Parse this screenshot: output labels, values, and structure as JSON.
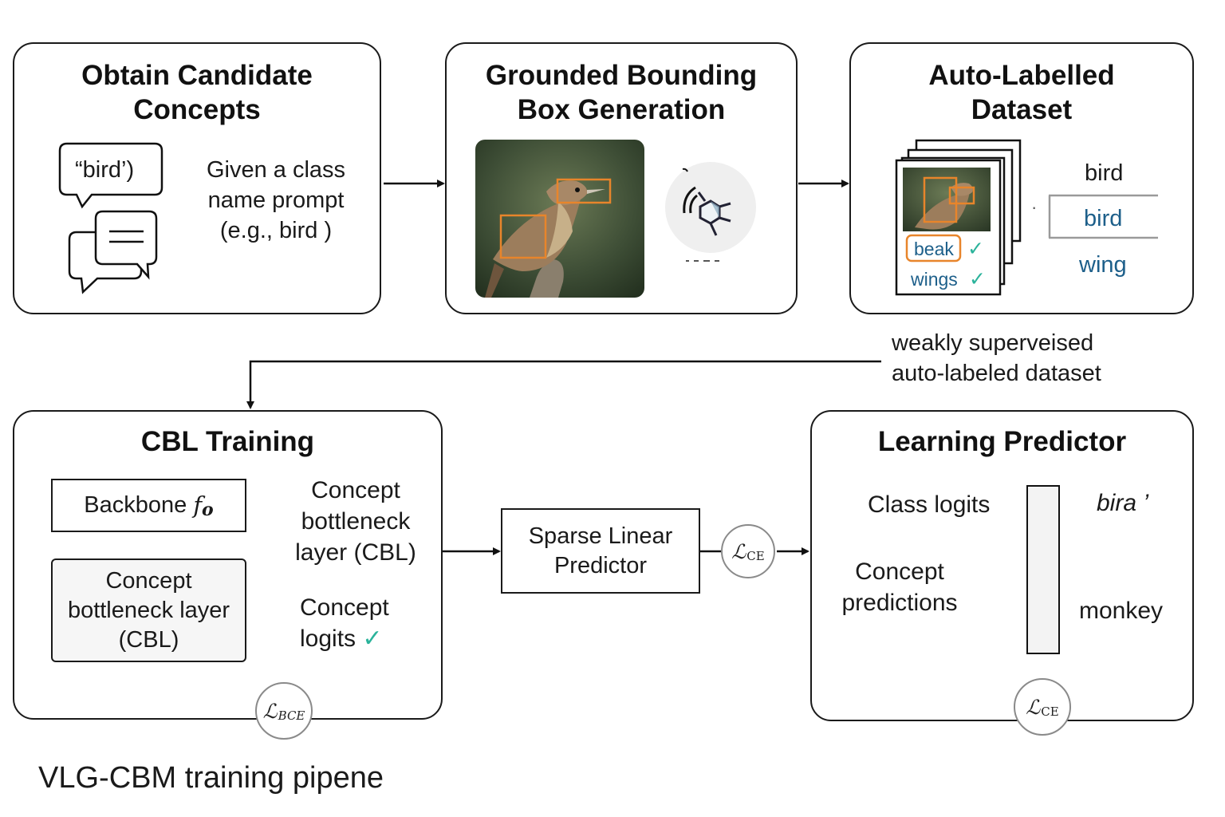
{
  "panels": {
    "concepts": {
      "title_l1": "Obtain Candidate",
      "title_l2": "Concepts",
      "bubble_text": "“bird’)",
      "desc_l1": "Given a class",
      "desc_l2": "name prompt",
      "desc_l3": "(e.g., bird )"
    },
    "grounding": {
      "title_l1": "Grounded Bounding",
      "title_l2": "Box Generation"
    },
    "dataset": {
      "title_l1": "Auto-Labelled",
      "title_l2": "Dataset",
      "tag_beak": "beak",
      "tag_wings": "wings",
      "check": "✓",
      "dots": "·",
      "label_1": "bird",
      "label_2": "bird",
      "label_3": "wing"
    },
    "cbl": {
      "title": "CBL Training",
      "backbone": "Backbone",
      "backbone_sym": "f",
      "backbone_sub": "o",
      "cbl_box_l1": "Concept",
      "cbl_box_l2": "bottleneck layer",
      "cbl_box_l3": "(CBL)",
      "side_l1": "Concept",
      "side_l2": "bottleneck",
      "side_l3": "layer (CBL)",
      "logits_l1": "Concept",
      "logits_l2": "logits",
      "check": "✓",
      "loss_sym": "ℒ",
      "loss_sub": "BCE"
    },
    "predictor": {
      "title": "Learning Predictor",
      "class_logits": "Class logits",
      "concept_l1": "Concept",
      "concept_l2": "predictions",
      "out_1": "bira ’",
      "out_2": "monkey",
      "loss_sym": "ℒ",
      "loss_sub": "CE"
    }
  },
  "sparse": {
    "label_l1": "Sparse Linear",
    "label_l2": "Predictor",
    "loss_sym": "ℒ",
    "loss_sub": "CE"
  },
  "weak_note": {
    "l1": "weakly superveised",
    "l2": "auto-labeled dataset"
  },
  "caption": "VLG-CBM training pipene",
  "colors": {
    "box_orange": "#e8852b",
    "label_blue": "#1d5f8a",
    "check_teal": "#2bb39b"
  }
}
